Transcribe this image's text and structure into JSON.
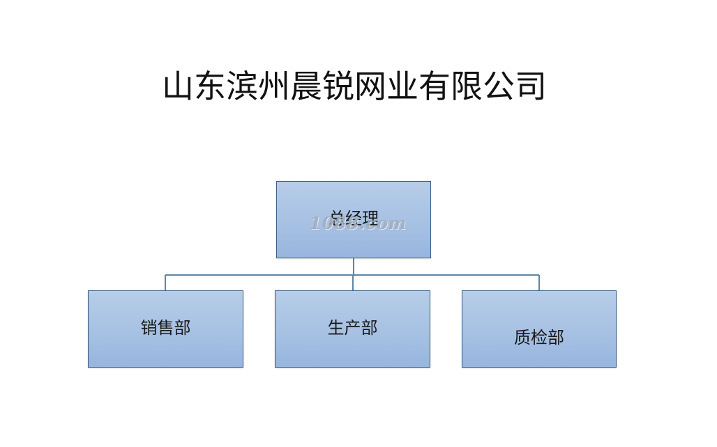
{
  "title": "山东滨州晨锐网业有限公司",
  "org_chart": {
    "root": {
      "label": "总经理"
    },
    "children": [
      {
        "label": "销售部"
      },
      {
        "label": "生产部"
      },
      {
        "label": "质检部"
      }
    ]
  },
  "watermark": "1088.com",
  "colors": {
    "box_fill_top": "#b7cde8",
    "box_fill_bottom": "#97b5de",
    "box_border": "#3d5f86",
    "connector": "#5b86a8"
  }
}
